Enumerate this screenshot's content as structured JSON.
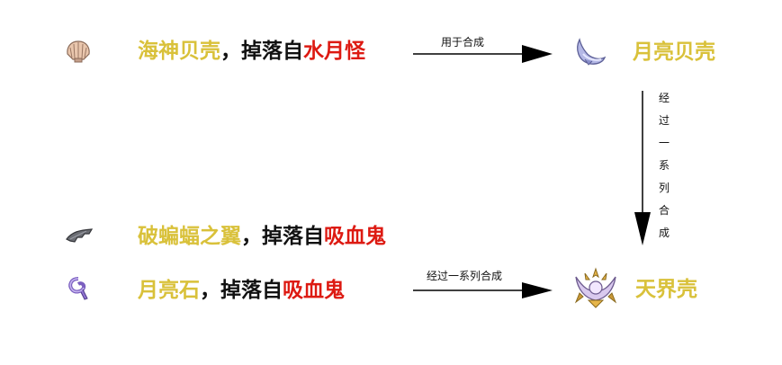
{
  "items": {
    "neptune_shell": {
      "name": "海神贝壳",
      "separator": "，",
      "drop_text": "掉落自",
      "source": "水月怪",
      "icon": "scallop-shell-icon"
    },
    "moon_shell": {
      "name": "月亮贝壳",
      "icon": "crescent-shell-icon"
    },
    "broken_bat_wing": {
      "name": "破蝙蝠之翼",
      "separator": "，",
      "drop_text": "掉落自",
      "source": "吸血鬼",
      "icon": "bat-wing-icon"
    },
    "moon_stone": {
      "name": "月亮石",
      "separator": "，",
      "drop_text": "掉落自",
      "source": "吸血鬼",
      "icon": "moon-stone-icon"
    },
    "celestial_shell": {
      "name": "天界壳",
      "icon": "celestial-shell-icon"
    }
  },
  "arrows": {
    "top": {
      "label": "用于合成"
    },
    "vertical": {
      "label": "经过一系列合成"
    },
    "bottom": {
      "label": "经过一系列合成"
    }
  },
  "colors": {
    "item_name": "#d9c13a",
    "enemy_name": "#dd1a12",
    "text": "#111111"
  }
}
